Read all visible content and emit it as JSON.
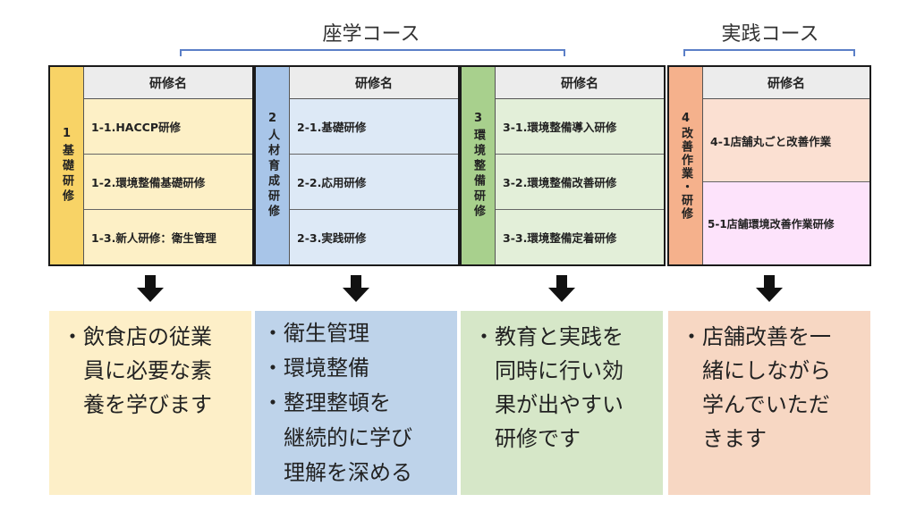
{
  "courses": {
    "classroom": "座学コース",
    "practical": "実践コース"
  },
  "programs": [
    {
      "side_label": "1基礎研修",
      "header": "研修名",
      "items": [
        "1-1.HACCP研修",
        "1-2.環境整備基礎研修",
        "1-3.新人研修：衛生管理"
      ],
      "colors": {
        "side": "#f8d366",
        "body": "#fdf0c6"
      }
    },
    {
      "side_label": "2人材育成研修",
      "header": "研修名",
      "items": [
        "2-1.基礎研修",
        "2-2.応用研修",
        "2-3.実践研修"
      ],
      "colors": {
        "side": "#a8c5e8",
        "body": "#dde9f6"
      }
    },
    {
      "side_label": "3環境整備研修",
      "header": "研修名",
      "items": [
        "3-1.環境整備導入研修",
        "3-2.環境整備改善研修",
        "3-3.環境整備定着研修"
      ],
      "colors": {
        "side": "#a8d08d",
        "body": "#e3efd9"
      }
    },
    {
      "side_label": "4改善作業・研修",
      "header": "研修名",
      "items": [
        "4-1店舗丸ごと改善作業",
        "5-1店舗環境改善作業研修"
      ],
      "colors": {
        "side": "#f5b18c",
        "body": "#fbe0d2",
        "body2": "#fde3fb"
      }
    }
  ],
  "descriptions": [
    {
      "lines": [
        "・飲食店の従業",
        "員に必要な素",
        "養を学びます"
      ],
      "color": "#fdefc8"
    },
    {
      "lines": [
        "・衛生管理",
        "・環境整備",
        "・整理整頓を",
        "継続的に学び",
        "理解を深める"
      ],
      "color": "#bed3ea"
    },
    {
      "lines": [
        "・教育と実践を",
        "同時に行い効",
        "果が出やすい",
        "研修です"
      ],
      "color": "#d6e7c8"
    },
    {
      "lines": [
        "・店舗改善を一",
        "緒にしながら",
        "学んでいただ",
        "きます"
      ],
      "color": "#f7d7c3"
    }
  ]
}
